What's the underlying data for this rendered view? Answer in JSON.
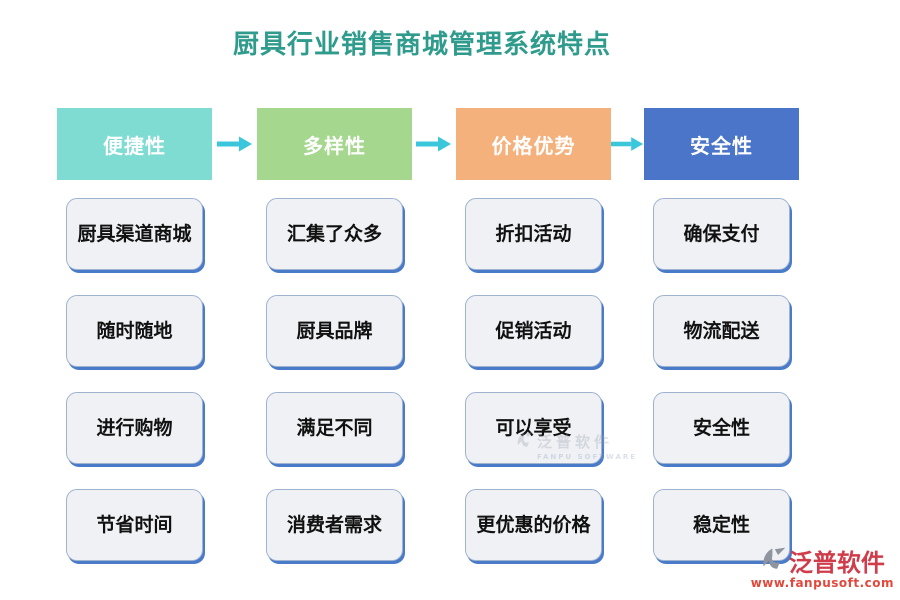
{
  "title": "厨具行业销售商城管理系统特点",
  "colors": {
    "title": "#2f9b8c",
    "arrow": "#3bc7db",
    "col1": "#7edcd3",
    "col2": "#a6d78e",
    "col3": "#f5b17c",
    "col4": "#4a75c9",
    "box_border": "#4a7bc8",
    "logo_red": "#d03c4a",
    "url_red": "#e2483c"
  },
  "columns": [
    {
      "header": "便捷性",
      "items": [
        "厨具渠道商城",
        "随时随地",
        "进行购物",
        "节省时间"
      ]
    },
    {
      "header": "多样性",
      "items": [
        "汇集了众多",
        "厨具品牌",
        "满足不同",
        "消费者需求"
      ]
    },
    {
      "header": "价格优势",
      "items": [
        "折扣活动",
        "促销活动",
        "可以享受",
        "更优惠的价格"
      ]
    },
    {
      "header": "安全性",
      "items": [
        "确保支付",
        "物流配送",
        "安全性",
        "稳定性"
      ]
    }
  ],
  "watermark": {
    "name": "泛普软件",
    "sub": "FANPU SOFTWARE"
  },
  "logo": {
    "name": "泛普软件",
    "url": "www.fanpusoft.com"
  }
}
